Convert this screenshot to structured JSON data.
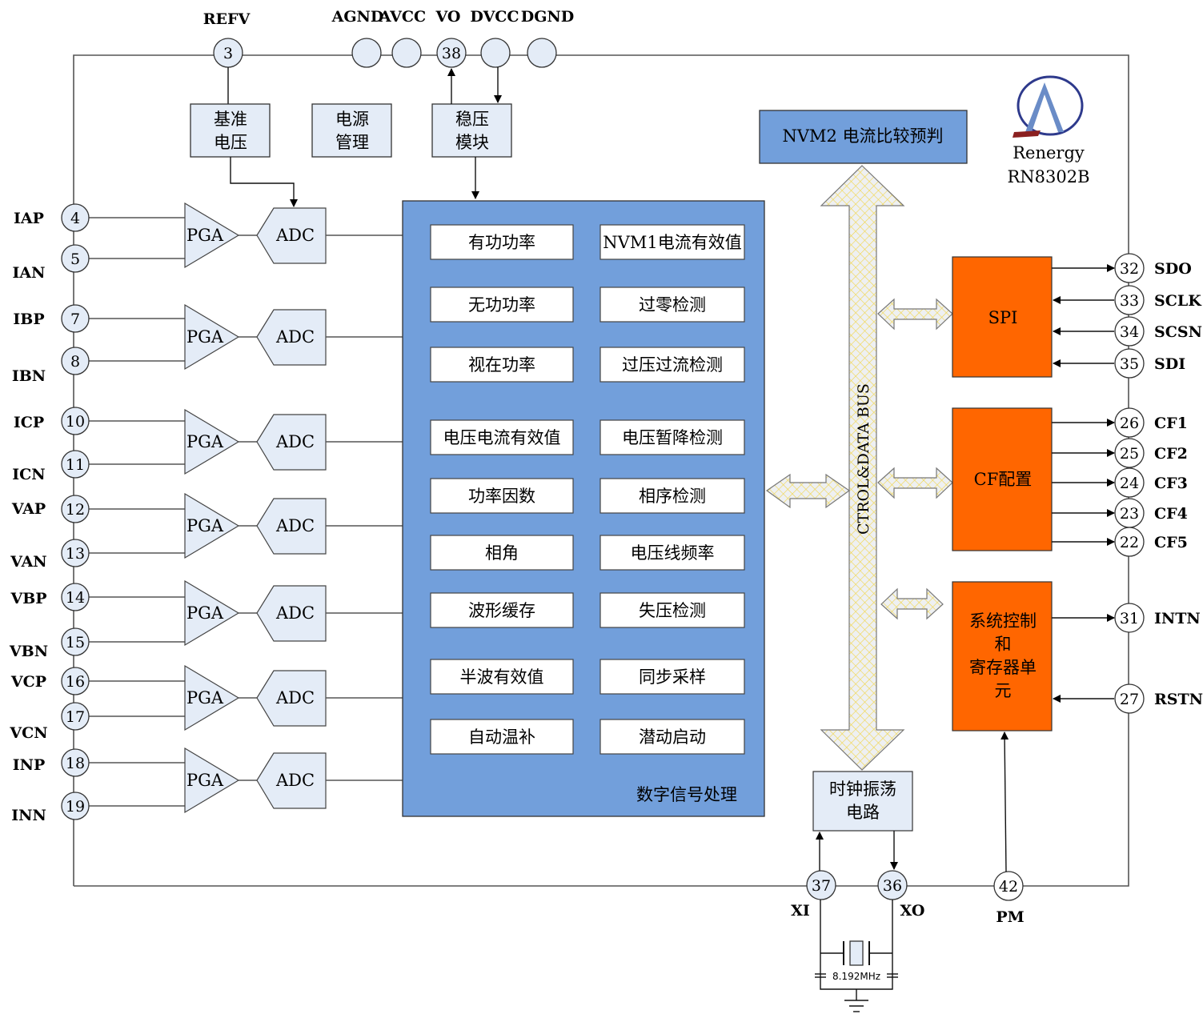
{
  "colors": {
    "dsp_blue": "#729FDB",
    "light_block": "#E4ECF7",
    "orange": "#FF6600",
    "bus_yellow": "#F2D64A",
    "logo_blue": "#2E3A8C",
    "logo_red": "#8B2020"
  },
  "logo": {
    "brand": "Renergy",
    "model": "RN8302B"
  },
  "top_pins": {
    "refv": {
      "label": "REFV",
      "num": "3"
    },
    "agnd": {
      "label": "AGND",
      "num": ""
    },
    "avcc": {
      "label": "AVCC",
      "num": ""
    },
    "vo": {
      "label": "VO",
      "num": "38"
    },
    "dvcc": {
      "label": "DVCC",
      "num": ""
    },
    "dgnd": {
      "label": "DGND",
      "num": ""
    }
  },
  "top_blocks": {
    "ref_voltage": [
      "基准",
      "电压"
    ],
    "power_mgmt": [
      "电源",
      "管理"
    ],
    "regulator": [
      "稳压",
      "模块"
    ]
  },
  "nvm2_block": "NVM2 电流比较预判",
  "left_pins": [
    {
      "label": "IAP",
      "num": "4"
    },
    {
      "label": "IAN",
      "num": "5"
    },
    {
      "label": "IBP",
      "num": "7"
    },
    {
      "label": "IBN",
      "num": "8"
    },
    {
      "label": "ICP",
      "num": "10"
    },
    {
      "label": "ICN",
      "num": "11"
    },
    {
      "label": "VAP",
      "num": "12"
    },
    {
      "label": "VAN",
      "num": "13"
    },
    {
      "label": "VBP",
      "num": "14"
    },
    {
      "label": "VBN",
      "num": "15"
    },
    {
      "label": "VCP",
      "num": "16"
    },
    {
      "label": "VCN",
      "num": "17"
    },
    {
      "label": "INP",
      "num": "18"
    },
    {
      "label": "INN",
      "num": "19"
    }
  ],
  "pga_label": "PGA",
  "adc_label": "ADC",
  "dsp": {
    "title": "数字信号处理",
    "left_items": [
      "有功功率",
      "无功功率",
      "视在功率",
      "电压电流有效值",
      "功率因数",
      "相角",
      "波形缓存",
      "半波有效值",
      "自动温补"
    ],
    "right_items": [
      "NVM1电流有效值",
      "过零检测",
      "过压过流检测",
      "电压暂降检测",
      "相序检测",
      "电压线频率",
      "失压检测",
      "同步采样",
      "潜动启动"
    ]
  },
  "bus_label": "CTROL&DATA BUS",
  "spi": {
    "label": "SPI",
    "pins": [
      {
        "num": "32",
        "label": "SDO"
      },
      {
        "num": "33",
        "label": "SCLK"
      },
      {
        "num": "34",
        "label": "SCSN"
      },
      {
        "num": "35",
        "label": "SDI"
      }
    ]
  },
  "cf": {
    "label": "CF配置",
    "pins": [
      {
        "num": "26",
        "label": "CF1"
      },
      {
        "num": "25",
        "label": "CF2"
      },
      {
        "num": "24",
        "label": "CF3"
      },
      {
        "num": "23",
        "label": "CF4"
      },
      {
        "num": "22",
        "label": "CF5"
      }
    ]
  },
  "sysctl": {
    "lines": [
      "系统控制",
      "和",
      "寄存器单",
      "元"
    ],
    "pins": [
      {
        "num": "31",
        "label": "INTN"
      },
      {
        "num": "27",
        "label": "RSTN"
      }
    ]
  },
  "clock": {
    "lines": [
      "时钟振荡",
      "电路"
    ],
    "xi": {
      "num": "37",
      "label": "XI"
    },
    "xo": {
      "num": "36",
      "label": "XO"
    },
    "crystal": "8.192MHz"
  },
  "pm": {
    "num": "42",
    "label": "PM"
  }
}
